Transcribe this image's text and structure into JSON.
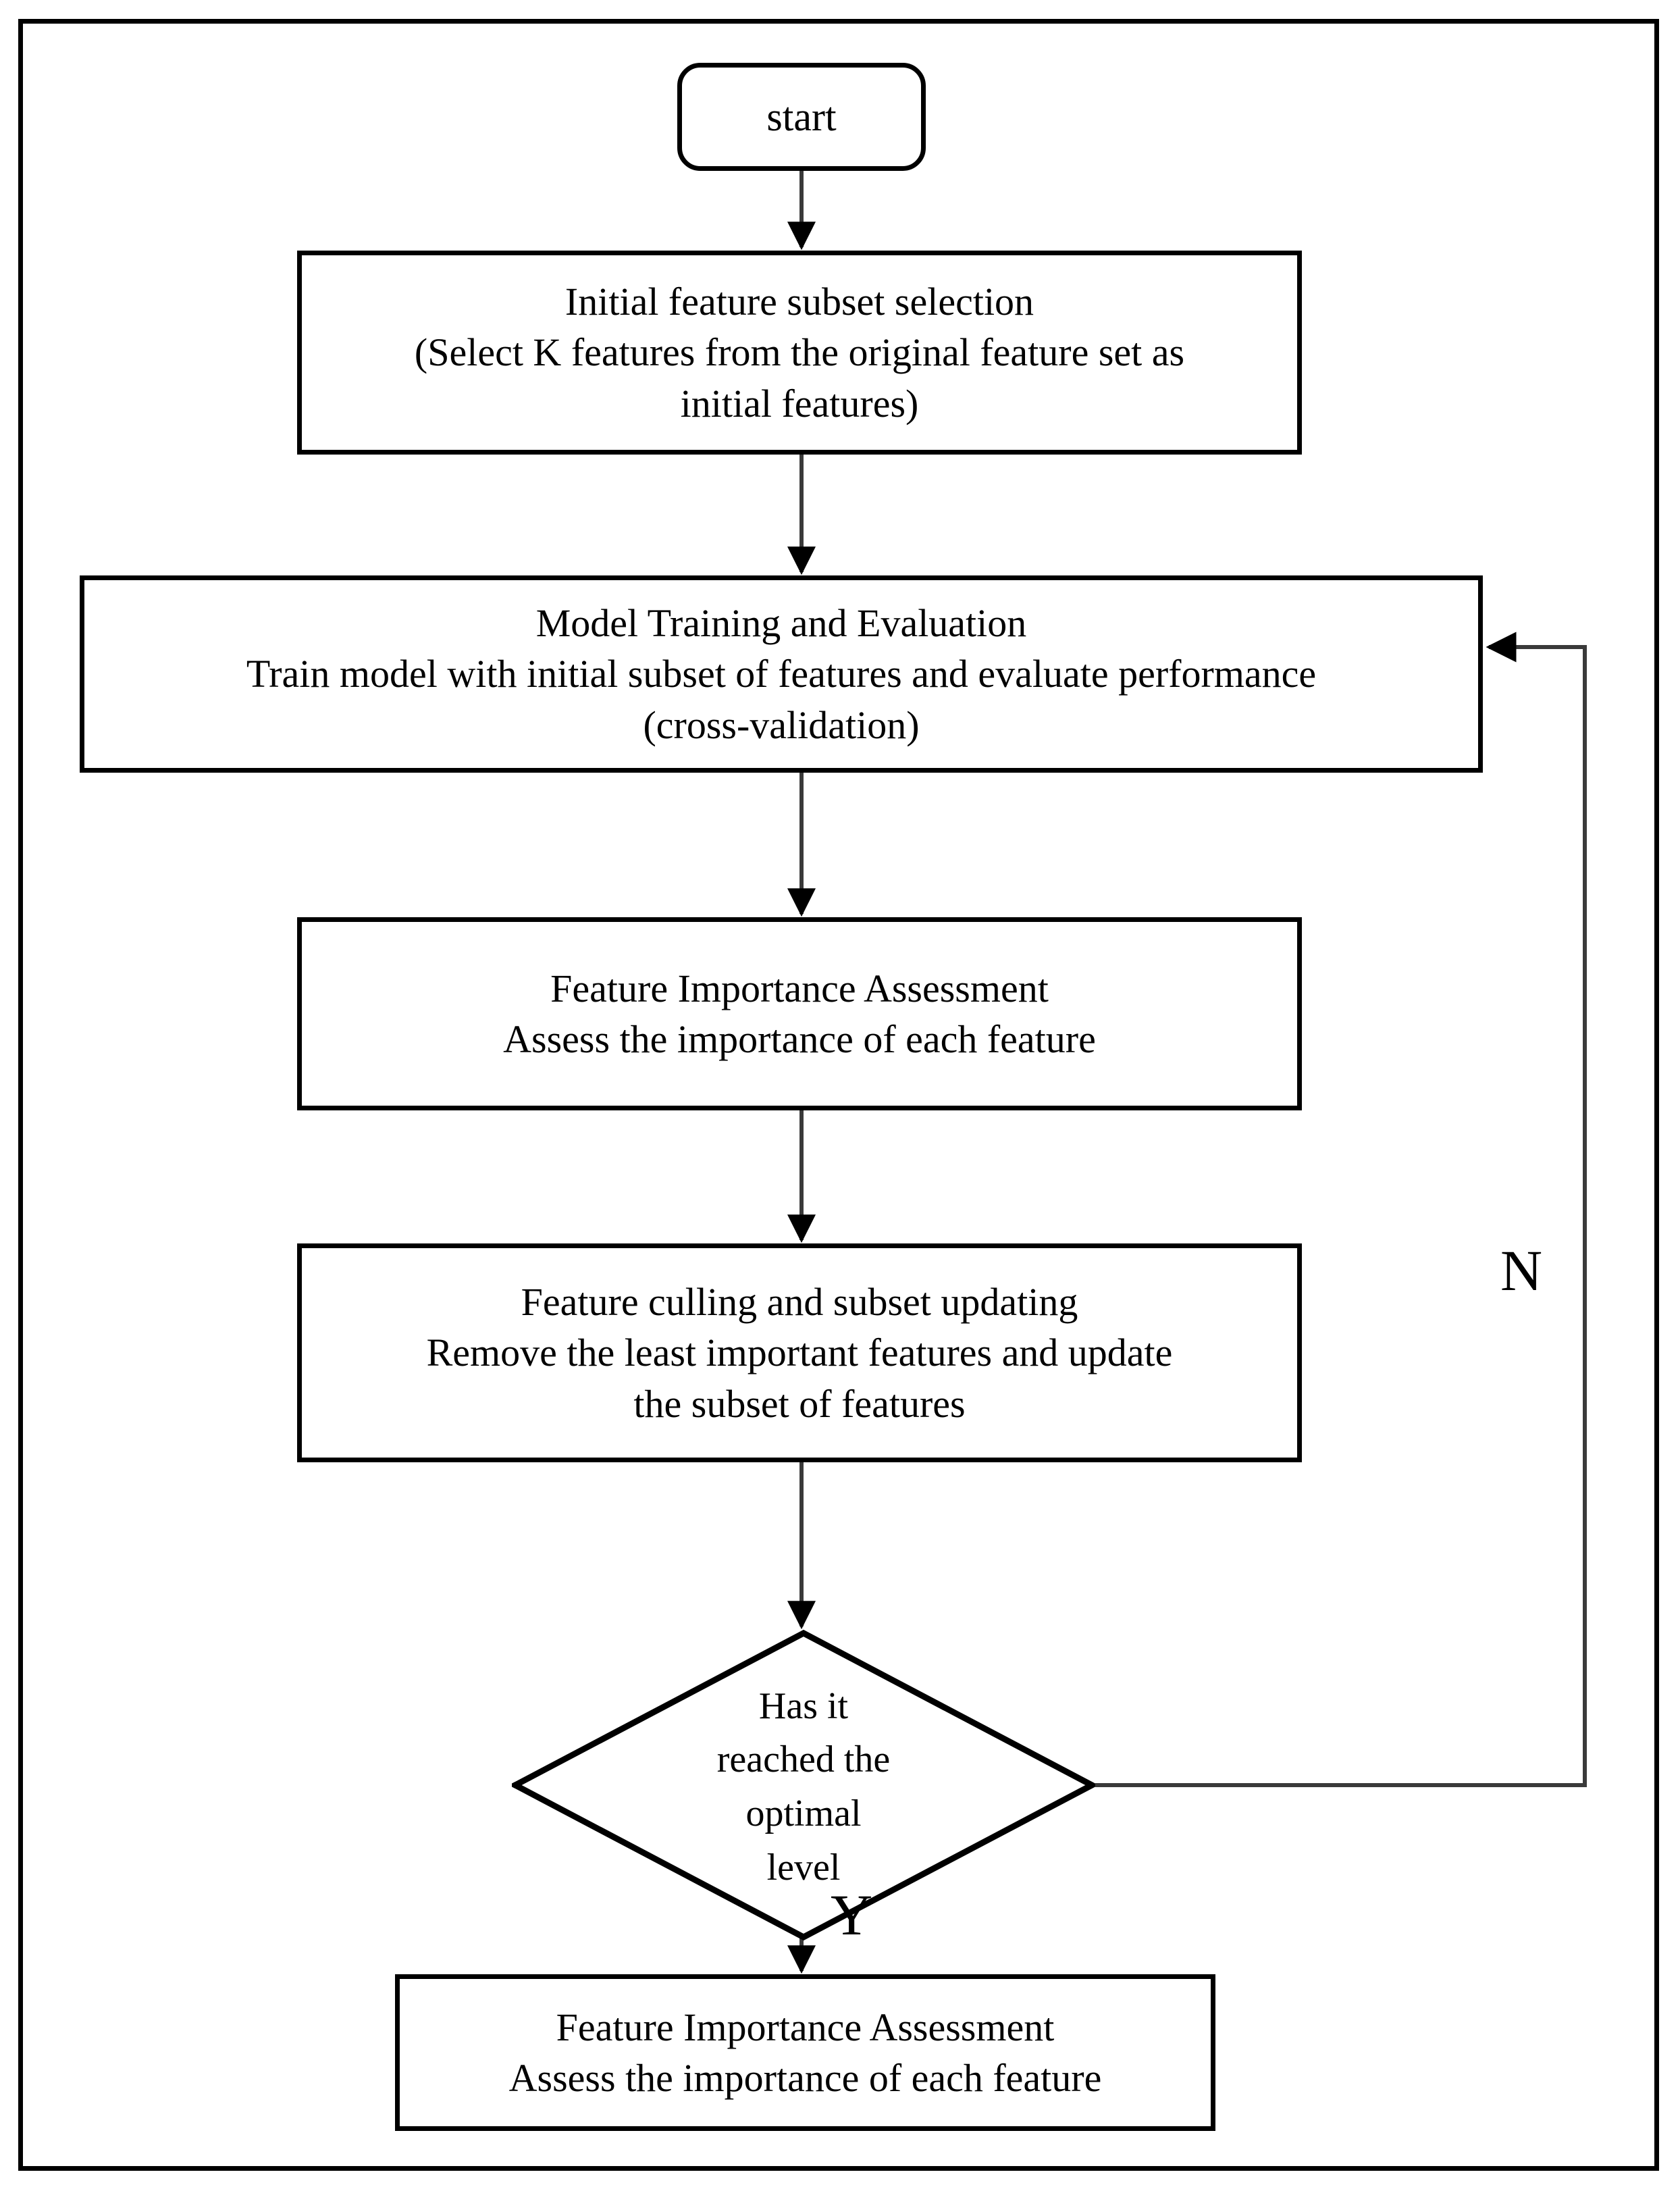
{
  "diagram": {
    "title": "Feature selection flowchart",
    "frame": {
      "border_color": "#000000",
      "background": "#ffffff"
    },
    "nodes": [
      {
        "id": "start",
        "shape": "rounded-rectangle",
        "lines": [
          "start"
        ]
      },
      {
        "id": "initial-feature-subset-selection",
        "shape": "rectangle",
        "lines": [
          "Initial feature subset selection",
          "(Select K features from the original feature set as",
          "initial features)"
        ]
      },
      {
        "id": "model-training-and-evaluation",
        "shape": "rectangle",
        "lines": [
          "Model Training and Evaluation",
          "Train model with initial subset of features and evaluate performance",
          "(cross-validation)"
        ]
      },
      {
        "id": "feature-importance-assessment",
        "shape": "rectangle",
        "lines": [
          "Feature Importance Assessment",
          "Assess the importance of each feature"
        ]
      },
      {
        "id": "feature-culling-and-subset-updating",
        "shape": "rectangle",
        "lines": [
          "Feature culling and subset updating",
          "Remove the least important features and update",
          "the subset of features"
        ]
      },
      {
        "id": "has-it-reached-the-optimal-level",
        "shape": "diamond",
        "lines": [
          "Has it",
          "reached the",
          "optimal",
          "level"
        ]
      },
      {
        "id": "feature-importance-assessment-final",
        "shape": "rectangle",
        "lines": [
          "Feature Importance Assessment",
          "Assess the importance of each feature"
        ]
      }
    ],
    "branch_labels": {
      "no": "N",
      "yes": "Y"
    },
    "edges": [
      {
        "from": "start",
        "to": "initial-feature-subset-selection",
        "label": ""
      },
      {
        "from": "initial-feature-subset-selection",
        "to": "model-training-and-evaluation",
        "label": ""
      },
      {
        "from": "model-training-and-evaluation",
        "to": "feature-importance-assessment",
        "label": ""
      },
      {
        "from": "feature-importance-assessment",
        "to": "feature-culling-and-subset-updating",
        "label": ""
      },
      {
        "from": "feature-culling-and-subset-updating",
        "to": "has-it-reached-the-optimal-level",
        "label": ""
      },
      {
        "from": "has-it-reached-the-optimal-level",
        "to": "model-training-and-evaluation",
        "label": "N"
      },
      {
        "from": "has-it-reached-the-optimal-level",
        "to": "feature-importance-assessment-final",
        "label": "Y"
      }
    ],
    "colors": {
      "stroke": "#000000",
      "fill": "#ffffff",
      "connector": "#3a3a3a"
    }
  }
}
